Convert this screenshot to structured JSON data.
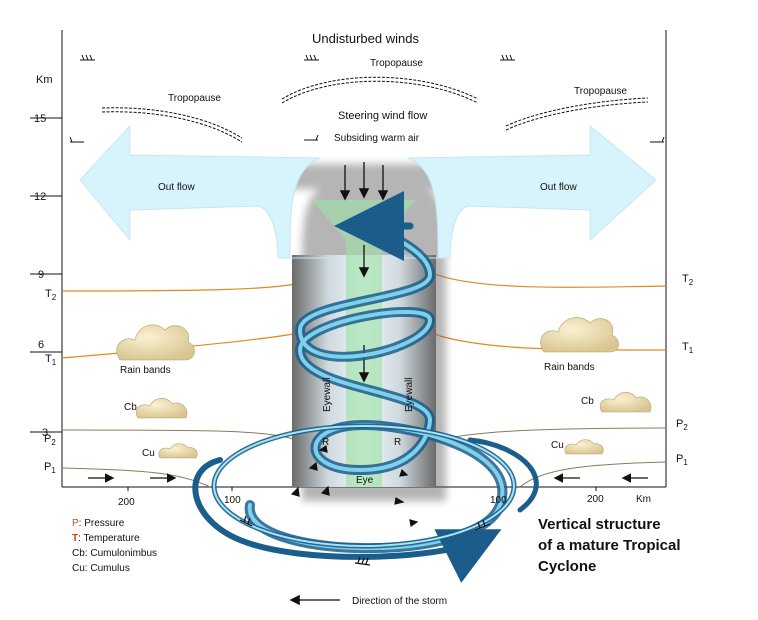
{
  "top_label": "Undisturbed winds",
  "tropopause_label": "Tropopause",
  "steering_label": "Steering wind flow",
  "subsiding_label": "Subsiding warm air",
  "outflow_label": "Out flow",
  "rainbands_label": "Rain bands",
  "cb_label": "Cb",
  "cu_label": "Cu",
  "eyewall_label": "Eyewall",
  "eye_label": "Eye",
  "r_label": "R",
  "y_axis": {
    "unit": "Km",
    "ticks": [
      "15",
      "12",
      "9",
      "6",
      "3"
    ]
  },
  "x_axis": {
    "unit": "Km",
    "ticks": [
      "200",
      "100",
      "100",
      "200"
    ]
  },
  "isolines": {
    "T2": "T",
    "T2_sub": "2",
    "T1": "T",
    "T1_sub": "1",
    "P2": "P",
    "P2_sub": "2",
    "P1": "P",
    "P1_sub": "1"
  },
  "legend": [
    {
      "key": "P",
      "sep": ": ",
      "text": "Pressure",
      "color": "#c0531b"
    },
    {
      "key": "T",
      "sep": ": ",
      "text": "Temperature",
      "color": "#d4420a"
    },
    {
      "key": "Cb",
      "sep": ": ",
      "text": "Cumulonimbus",
      "color": "#111111"
    },
    {
      "key": "Cu",
      "sep": ": ",
      "text": "Cumulus",
      "color": "#111111"
    }
  ],
  "title_lines": [
    "Vertical structure",
    "of a mature Tropical",
    "Cyclone"
  ],
  "storm_direction_label": "Direction of the storm",
  "colors": {
    "outflow_fill": "#d7f3fb",
    "spiral": "#1c6e9f",
    "warm_core": "#9fe0a8",
    "temperature_line": "#e38a1e",
    "pressure_line": "#8a7a5a"
  }
}
